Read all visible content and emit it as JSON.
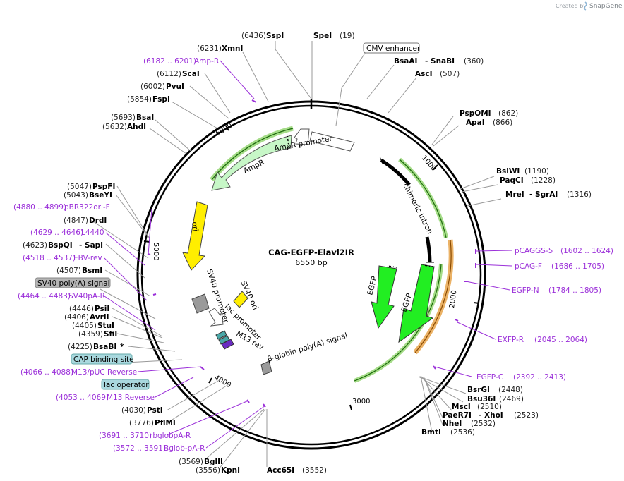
{
  "plasmid": {
    "name": "CAG-EGFP-Elavl2IR",
    "length": "6550 bp"
  },
  "credit": {
    "created_by": "Created by",
    "brand": "SnapGene"
  },
  "ticks": [
    "1000",
    "2000",
    "3000",
    "4000",
    "5000",
    "6000"
  ],
  "features": {
    "cmv_enhancer": "CMV enhancer",
    "chimeric_intron": "chimeric intron",
    "egfp_1": "EGFP",
    "egfp_2": "EGFP",
    "beta_globin": "β-globin poly(A) signal",
    "sv40_ori": "SV40 ori",
    "lac_promoter": "lac promoter",
    "m13_rev": "M13 rev",
    "sv40_promoter": "SV40 promoter",
    "ori": "ori",
    "ampr": "AmpR",
    "ampr_promoter": "AmpR promoter"
  },
  "sites_right": {
    "spei": {
      "pos": "(19)",
      "name": "SpeI"
    },
    "sspi": {
      "pos": "(6436)",
      "name": "SspI"
    },
    "xmni": {
      "pos": "(6231)",
      "name": "XmnI"
    },
    "bsaai": {
      "name": "BsaAI",
      "name2": "- SnaBI",
      "pos": "(360)"
    },
    "asci": {
      "name": "AscI",
      "pos": "(507)"
    },
    "pspomi": {
      "name": "PspOMI",
      "pos": "(862)"
    },
    "apai": {
      "name": "ApaI",
      "pos": "(866)"
    },
    "bsiwi": {
      "name": "BsiWI",
      "pos": "(1190)"
    },
    "paqci": {
      "name": "PaqCI",
      "pos": "(1228)"
    },
    "mrei": {
      "name": "MreI",
      "name2": "- SgrAI",
      "pos": "(1316)"
    }
  },
  "primers_right": {
    "pcaggs5": {
      "name": "pCAGGS-5",
      "pos": "(1602 .. 1624)"
    },
    "pcagf": {
      "name": "pCAG-F",
      "pos": "(1686 .. 1705)"
    },
    "egfpn": {
      "name": "EGFP-N",
      "pos": "(1784 .. 1805)"
    },
    "exfpr": {
      "name": "EXFP-R",
      "pos": "(2045 .. 2064)"
    },
    "egfpc": {
      "name": "EGFP-C",
      "pos": "(2392 .. 2413)"
    }
  },
  "sites_bottom_right": {
    "bsrgi": {
      "name": "BsrGI",
      "pos": "(2448)"
    },
    "bsu36i": {
      "name": "Bsu36I",
      "pos": "(2469)"
    },
    "msci": {
      "name": "MscI",
      "pos": "(2510)"
    },
    "paer7i": {
      "name": "PaeR7I",
      "name2": "- XhoI",
      "pos": "(2523)"
    },
    "nhei": {
      "name": "NheI",
      "pos": "(2532)"
    },
    "bmti": {
      "name": "BmtI",
      "pos": "(2536)"
    }
  },
  "sites_left_top": {
    "ampr_primer": {
      "pos": "(6182 .. 6201)",
      "name": "Amp-R"
    },
    "scai": {
      "pos": "(6112)",
      "name": "ScaI"
    },
    "pvui": {
      "pos": "(6002)",
      "name": "PvuI"
    },
    "fspi": {
      "pos": "(5854)",
      "name": "FspI"
    },
    "bsai": {
      "pos": "(5693)",
      "name": "BsaI"
    },
    "ahdi": {
      "pos": "(5632)",
      "name": "AhdI"
    }
  },
  "sites_left": {
    "pspfi": {
      "pos": "(5047)",
      "name": "PspFI"
    },
    "bseyi": {
      "pos": "(5043)",
      "name": "BseYI"
    },
    "pbr322": {
      "pos": "(4880 .. 4899)",
      "name": "pBR322ori-F"
    },
    "drdi": {
      "pos": "(4847)",
      "name": "DrdI"
    },
    "l4440": {
      "pos": "(4629 .. 4646)",
      "name": "L4440"
    },
    "bspqi": {
      "pos": "(4623)",
      "name": "BspQI",
      "name2": "- SapI"
    },
    "ebvrev": {
      "pos": "(4518 .. 4537)",
      "name": "EBV-rev"
    },
    "bsmi": {
      "pos": "(4507)",
      "name": "BsmI"
    },
    "sv40polya": {
      "name": "SV40 poly(A) signal"
    },
    "sv40par": {
      "pos": "(4464 .. 4483)",
      "name": "SV40pA-R"
    },
    "psii": {
      "pos": "(4446)",
      "name": "PsiI"
    },
    "avrii": {
      "pos": "(4406)",
      "name": "AvrII"
    },
    "stui": {
      "pos": "(4405)",
      "name": "StuI"
    },
    "sfii": {
      "pos": "(4359)",
      "name": "SfiI"
    },
    "bsabi": {
      "pos": "(4225)",
      "name": "BsaBI",
      "star": "*"
    },
    "cap": {
      "name": "CAP binding site"
    },
    "m13puc": {
      "pos": "(4066 .. 4088)",
      "name": "M13/pUC Reverse"
    },
    "lacop": {
      "name": "lac operator"
    },
    "m13rev": {
      "pos": "(4053 .. 4069)",
      "name": "M13 Reverse"
    },
    "psti": {
      "pos": "(4030)",
      "name": "PstI"
    },
    "pflmi": {
      "pos": "(3776)",
      "name": "PflMI"
    },
    "rbglob": {
      "pos": "(3691 .. 3710)",
      "name": "rbglobpA-R"
    },
    "bglob": {
      "pos": "(3572 .. 3591)",
      "name": "Bglob-pA-R"
    },
    "bglii": {
      "pos": "(3569)",
      "name": "BglII"
    },
    "kpni": {
      "pos": "(3556)",
      "name": "KpnI"
    },
    "acc65i": {
      "name": "Acc65I",
      "pos": "(3552)"
    }
  },
  "colors": {
    "green": "#22dd22",
    "light_green": "#c7f7c7",
    "yellow": "#ffee00",
    "gray": "#999999",
    "orange_glow": "#e8a54b",
    "green_glow": "#8ed36a",
    "primer_purple": "#9b30d9"
  }
}
